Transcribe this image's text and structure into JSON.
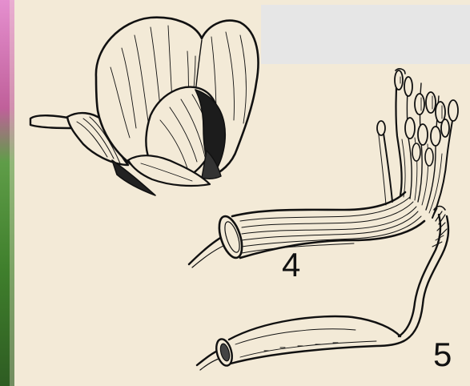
{
  "figure_labels": {
    "stamen_tube": "4",
    "pistil": "5"
  },
  "colors": {
    "paper": "#f3ead7",
    "ink": "#111111",
    "panel": "#e6e6e6",
    "photo_pink": "#d46fb3",
    "photo_green": "#4f9a3a"
  },
  "icons": {
    "flower": "pea-flower-illustration",
    "stamens": "stamen-tube-illustration",
    "pistil": "pistil-illustration"
  }
}
